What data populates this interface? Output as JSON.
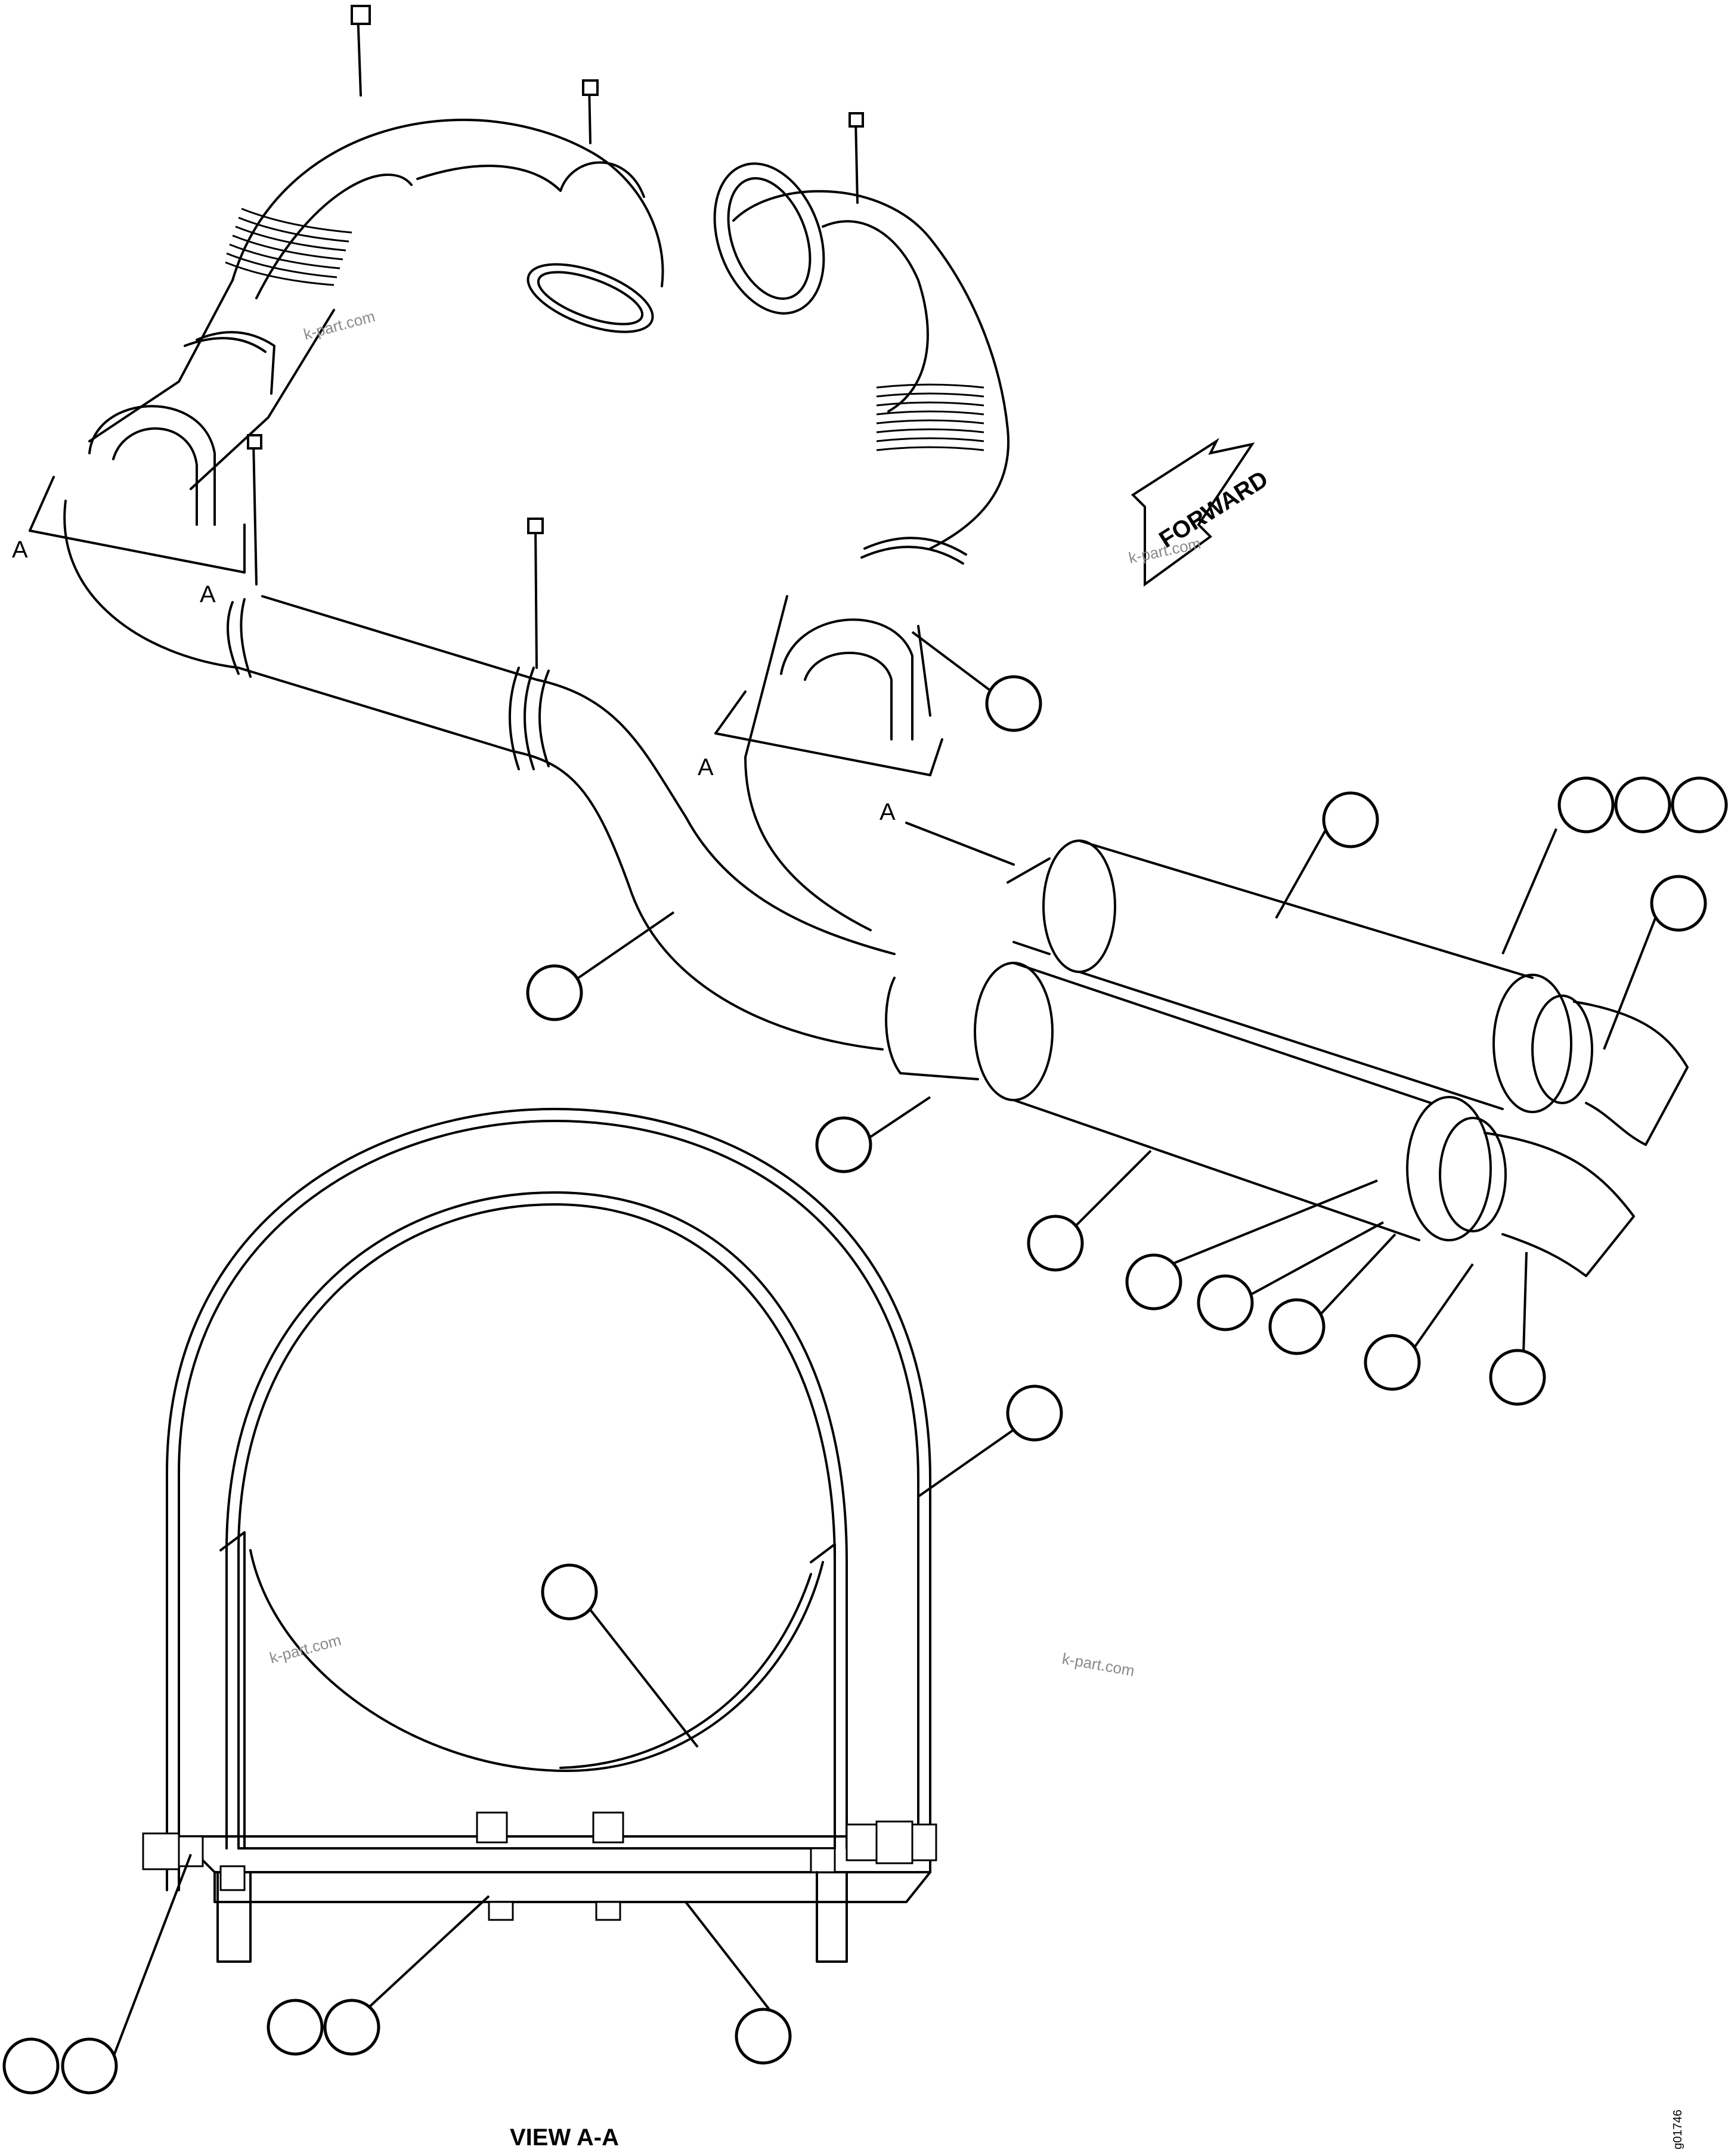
{
  "labels": {
    "forward_arrow": "FORWARD",
    "view_title": "VIEW A-A",
    "section_letter": "A",
    "drawing_ref": "g01746"
  },
  "watermarks": [
    "k-part.com",
    "k-part.com",
    "k-part.com",
    "k-part.com"
  ],
  "callouts": [
    {
      "id": "upper-pipe"
    },
    {
      "id": "lower-pipe"
    },
    {
      "id": "upper-muffler"
    },
    {
      "id": "upper-muffler-clamp-a"
    },
    {
      "id": "upper-muffler-clamp-b"
    },
    {
      "id": "upper-muffler-clamp-c"
    },
    {
      "id": "upper-tailpipe"
    },
    {
      "id": "lower-muffler-inlet-clamp"
    },
    {
      "id": "lower-muffler"
    },
    {
      "id": "lower-muffler-bracket"
    },
    {
      "id": "lower-muffler-bolt"
    },
    {
      "id": "lower-muffler-washer"
    },
    {
      "id": "lower-muffler-outlet-clamp"
    },
    {
      "id": "lower-tailpipe"
    },
    {
      "id": "view-strap"
    },
    {
      "id": "view-pipe"
    },
    {
      "id": "view-bolt-a"
    },
    {
      "id": "view-bolt-b"
    },
    {
      "id": "view-nut-a"
    },
    {
      "id": "view-nut-b"
    },
    {
      "id": "view-base-plate"
    }
  ],
  "colors": {
    "line": "#000000",
    "background": "#ffffff",
    "watermark": "#8a8a8a"
  }
}
